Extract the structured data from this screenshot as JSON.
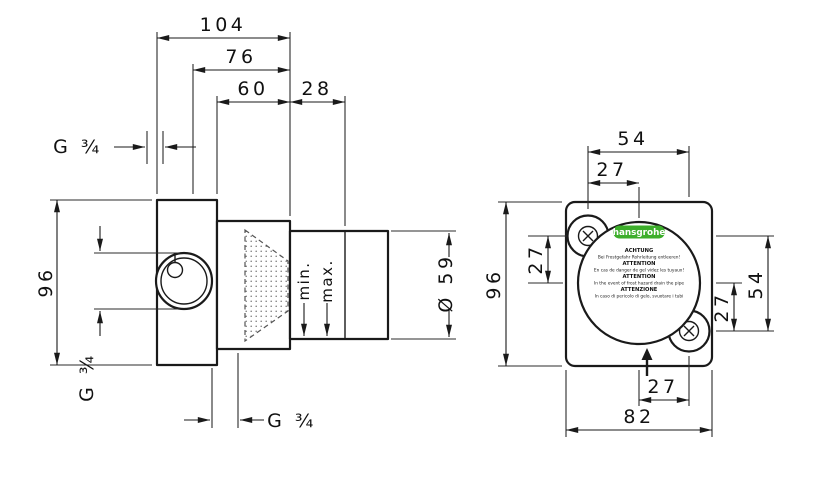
{
  "colors": {
    "ink": "#1a1a1a",
    "brand_green": "#3dae2b"
  },
  "side_view": {
    "dims": {
      "depth_overall": "104",
      "depth_mid": "76",
      "depth_inner": "60",
      "depth_sleeve": "28",
      "height": "96",
      "thread_top": "G ¾",
      "thread_side": "G ¾",
      "thread_bottom": "G ¾",
      "sleeve_diameter": "Ø 59",
      "marker_min": "min.",
      "marker_max": "max."
    }
  },
  "front_view": {
    "dims": {
      "screw_span_h": "54",
      "screw_offset_h": "27",
      "body_height": "96",
      "screw_offset_left": "27",
      "screw_span_v": "54",
      "screw_offset_right": "27",
      "screw_offset_bottom": "27",
      "body_width": "82"
    },
    "cap": {
      "brand": "hansgrohe",
      "warnings": [
        {
          "heading": "ACHTUNG",
          "text": "Bei Frostgefahr Rohrleitung entleeren!"
        },
        {
          "heading": "ATTENTION",
          "text": "En cas de danger de gel videz les tuyaux!"
        },
        {
          "heading": "ATTENTION",
          "text": "In the event of frost hazard drain the pipe"
        },
        {
          "heading": "ATTENZIONE",
          "text": "In caso di pericolo di gelo, svuotare i tubi"
        }
      ]
    }
  }
}
